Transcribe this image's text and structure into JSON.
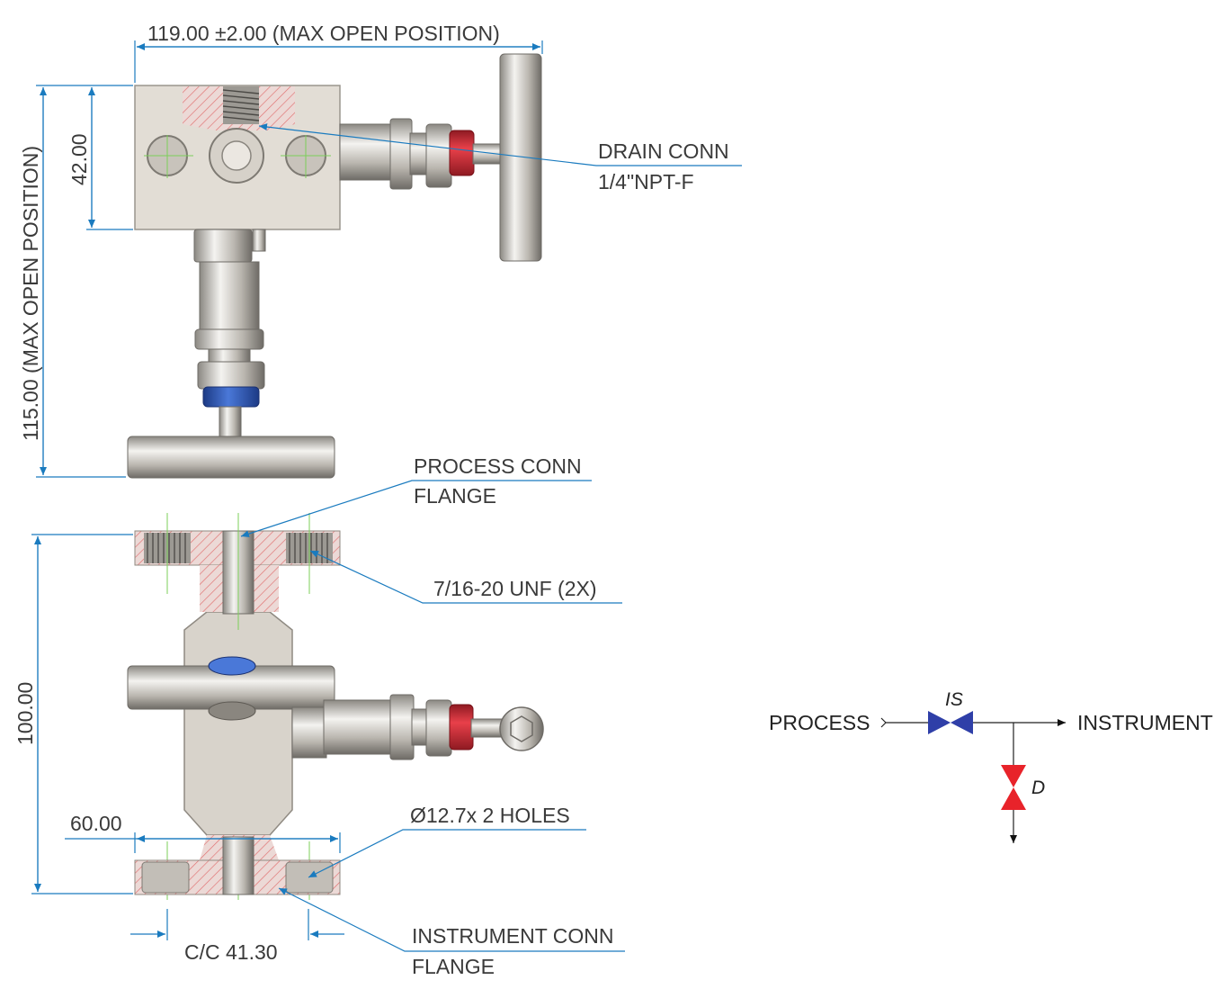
{
  "colors": {
    "leader": "#1a7bbf",
    "metal": "#d9d6d0",
    "hatch": "#e05555",
    "knob_red": "#d42a35",
    "knob_blue": "#2a57b8",
    "valve_is": "#2f3fa8",
    "valve_d": "#e8232a",
    "centerline": "#7ccf5a"
  },
  "dimensions": {
    "width_top": "119.00 ±2.00 (MAX OPEN POSITION)",
    "height_left": "115.00  (MAX OPEN POSITION)",
    "height_block": "42.00",
    "height_bottom": "100.00",
    "flange_width": "60.00",
    "center_to_center": "C/C 41.30"
  },
  "callouts": {
    "drain_conn": [
      "DRAIN CONN",
      "1/4\"NPT-F"
    ],
    "process_conn": [
      "PROCESS CONN",
      "FLANGE"
    ],
    "unf": "7/16-20 UNF (2X)",
    "holes": "Ø12.7x 2 HOLES",
    "instrument_conn": [
      "INSTRUMENT CONN",
      "FLANGE"
    ]
  },
  "schematic": {
    "process": "PROCESS",
    "instrument": "INSTRUMENT",
    "is_valve": "IS",
    "drain_valve": "D"
  }
}
